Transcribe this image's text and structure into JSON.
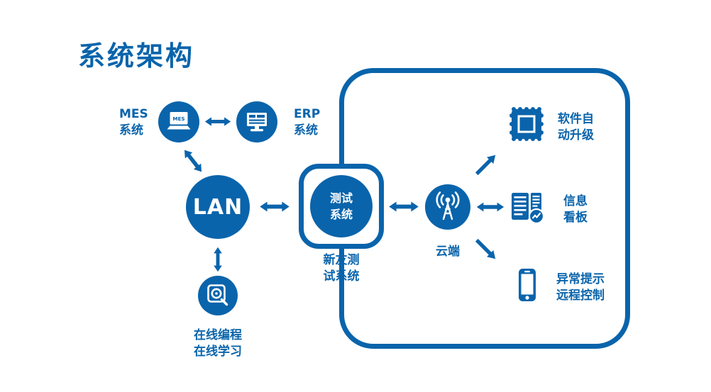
{
  "title": "系统架构",
  "accent_color": "#0a64ab",
  "background_color": "#ffffff",
  "nodes": {
    "mes": {
      "label": "MES\n系统",
      "screen_text": "MES",
      "icon": "laptop-icon"
    },
    "erp": {
      "label": "ERP\n系统",
      "icon": "monitor-icon"
    },
    "lan": {
      "label": "LAN"
    },
    "test_system": {
      "node_text": "测试\n系统",
      "caption": "新友测\n试系统"
    },
    "cloud": {
      "label": "云端",
      "icon": "antenna-broadcast-icon"
    },
    "software_upgrade": {
      "label": "软件自\n动升级",
      "icon": "stamp-icon"
    },
    "info_board": {
      "label": "信息\n看板",
      "icon": "dashboard-report-icon"
    },
    "remote": {
      "label": "异常提示\n远程控制",
      "icon": "smartphone-icon"
    },
    "online_programming": {
      "label": "在线编程\n在线学习",
      "icon": "magnifier-disk-icon"
    }
  },
  "connectors": [
    "mes-erp-double-arrow",
    "mes-lan-double-arrow",
    "lan-test-double-arrow",
    "test-cloud-double-arrow",
    "cloud-upgrade-arrow",
    "cloud-infoboard-double-arrow",
    "cloud-remote-arrow",
    "lan-programming-double-arrow"
  ]
}
